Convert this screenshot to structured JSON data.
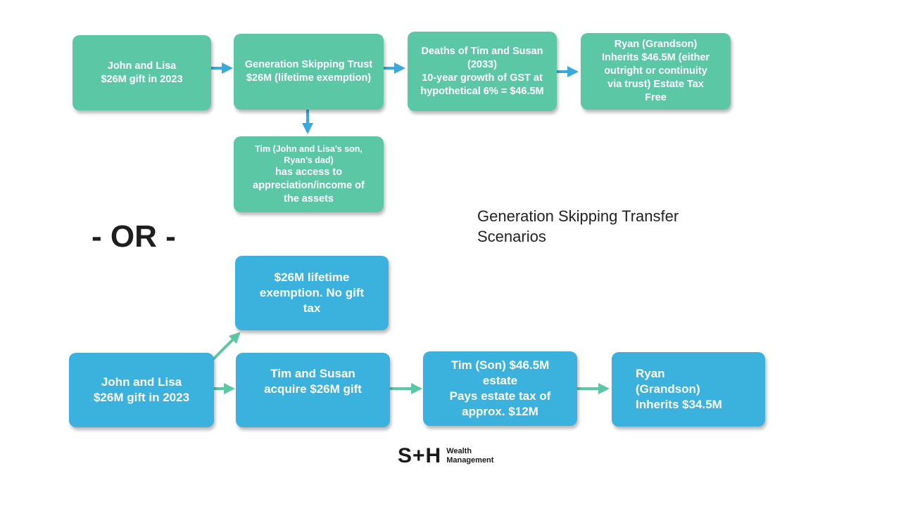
{
  "colors": {
    "green": "#5cc7a5",
    "blue": "#3bb1de",
    "arrow_blue": "#3aa9dc",
    "arrow_green": "#5cc7a5"
  },
  "title_lines": [
    "Generation Skipping Transfer",
    "Scenarios"
  ],
  "separator": "- OR -",
  "scenario_gst": {
    "gift": [
      "John and Lisa",
      "$26M gift in 2023"
    ],
    "trust": [
      "Generation Skipping Trust",
      "$26M (lifetime exemption)"
    ],
    "deaths": [
      "Deaths of Tim and Susan",
      "(2033)",
      "10-year growth of GST at",
      "hypothetical 6% = $46.5M"
    ],
    "ryan": [
      "Ryan (Grandson)",
      "Inherits $46.5M (either",
      "outright or continuity",
      "via trust) Estate Tax",
      "Free"
    ],
    "tim_access": [
      "Tim (John and Lisa’s son,",
      "Ryan’s dad)",
      "has access to",
      "appreciation/income of",
      "the assets"
    ]
  },
  "scenario_direct": {
    "exemption": [
      "$26M lifetime",
      "exemption. No gift",
      "tax"
    ],
    "gift": [
      "John and Lisa",
      "$26M gift in 2023"
    ],
    "acquire": [
      "Tim and Susan",
      "acquire $26M gift"
    ],
    "estate": [
      "Tim (Son) $46.5M",
      "estate",
      "Pays estate tax of",
      "approx. $12M"
    ],
    "ryan": [
      "Ryan",
      "(Grandson)",
      "Inherits $34.5M"
    ]
  },
  "logo": {
    "mark": "S+H",
    "line1": "Wealth",
    "line2": "Management"
  }
}
